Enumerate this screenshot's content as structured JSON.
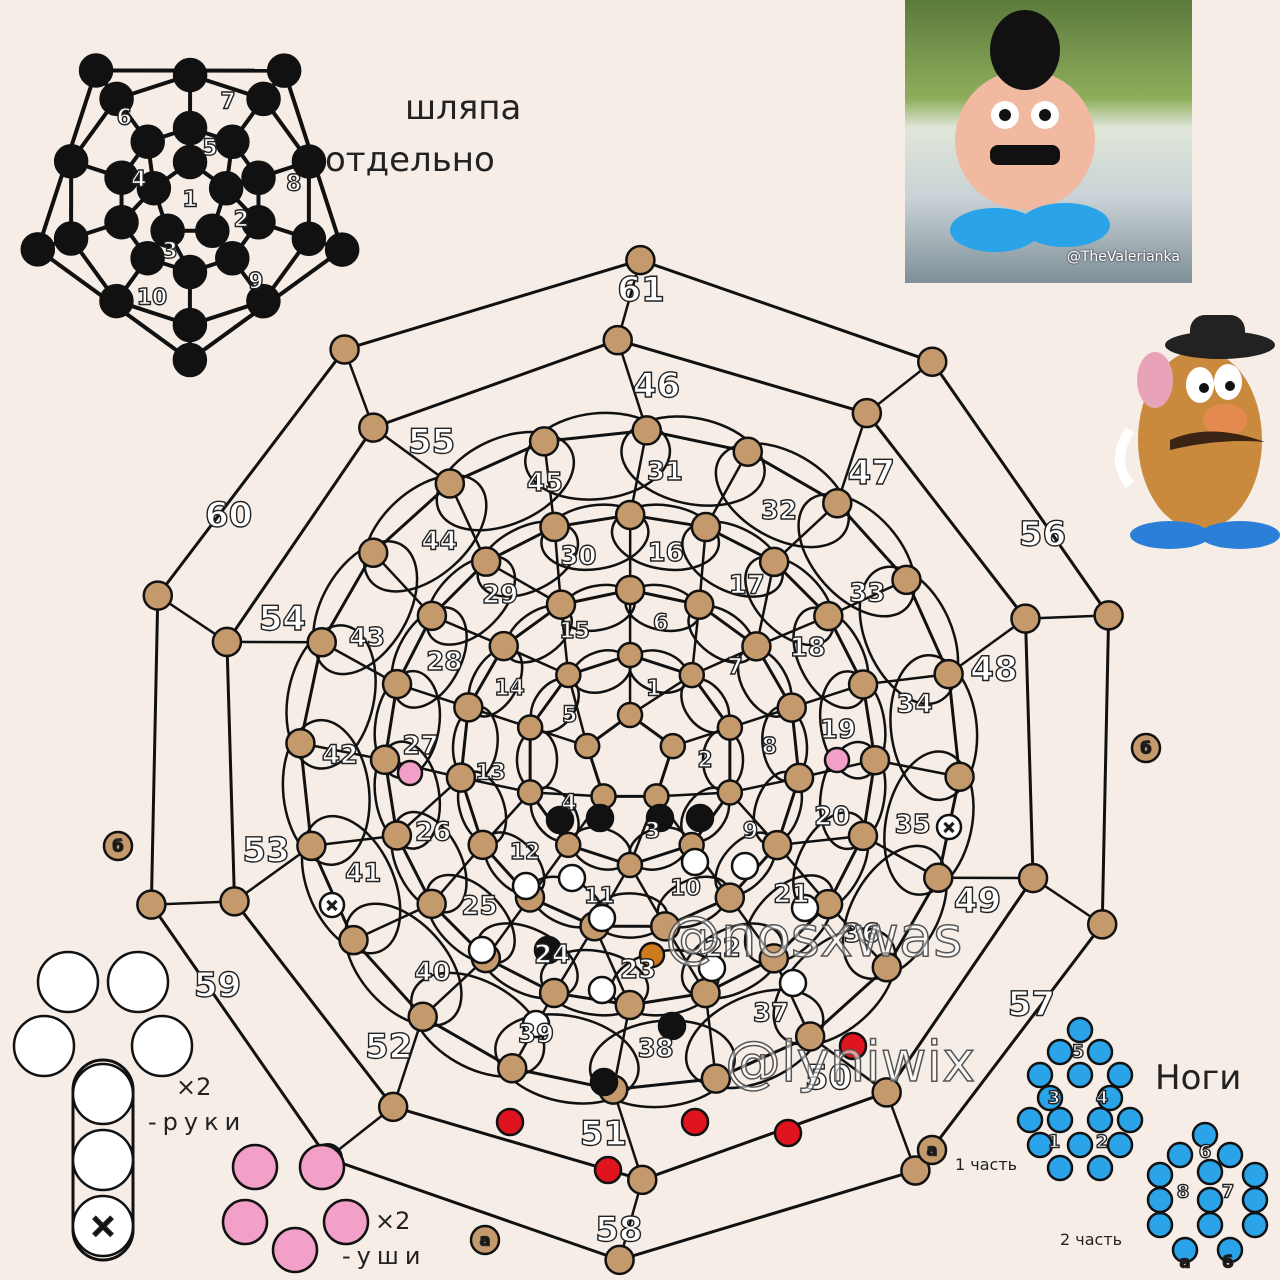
{
  "labels": {
    "hat_line1": "шляпа",
    "hat_line2": "отдельно",
    "legs": "Ноги",
    "part1": "1 часть",
    "part2": "2 часть",
    "arms_mult": "×2",
    "arms": "-руки",
    "ears_mult": "×2",
    "ears": "-уши",
    "photo_credit": "@TheValerianka",
    "watermark1": "@nosxwas",
    "watermark2": "@lyniwix"
  },
  "hat_cells": [
    "1",
    "2",
    "3",
    "4",
    "5",
    "6",
    "7",
    "8",
    "9",
    "10"
  ],
  "body_cells": [
    "1",
    "2",
    "3",
    "4",
    "5",
    "6",
    "7",
    "8",
    "9",
    "10",
    "11",
    "12",
    "13",
    "14",
    "15",
    "16",
    "17",
    "18",
    "19",
    "20",
    "21",
    "22",
    "23",
    "24",
    "25",
    "26",
    "27",
    "28",
    "29",
    "30",
    "31",
    "32",
    "33",
    "34",
    "35",
    "36",
    "37",
    "38",
    "39",
    "40",
    "41",
    "42",
    "43",
    "44",
    "45",
    "46",
    "47",
    "48",
    "49",
    "50",
    "51",
    "52",
    "53",
    "54",
    "55",
    "56",
    "57",
    "58",
    "59",
    "60",
    "61"
  ],
  "markers": {
    "a": "а",
    "b": "б",
    "cross": "×"
  },
  "leg_part1_cells": [
    "1",
    "2",
    "3",
    "4",
    "5"
  ],
  "leg_part2_cells": [
    "6",
    "7",
    "8"
  ],
  "colors": {
    "background": "#f5ede6",
    "bead_tan": "#c49a6c",
    "bead_black": "#111111",
    "bead_white": "#ffffff",
    "bead_red": "#e0141e",
    "bead_orange": "#cc7a1c",
    "bead_pink": "#f2a0c8",
    "bead_blue": "#2aa3e8",
    "line": "#111111"
  }
}
